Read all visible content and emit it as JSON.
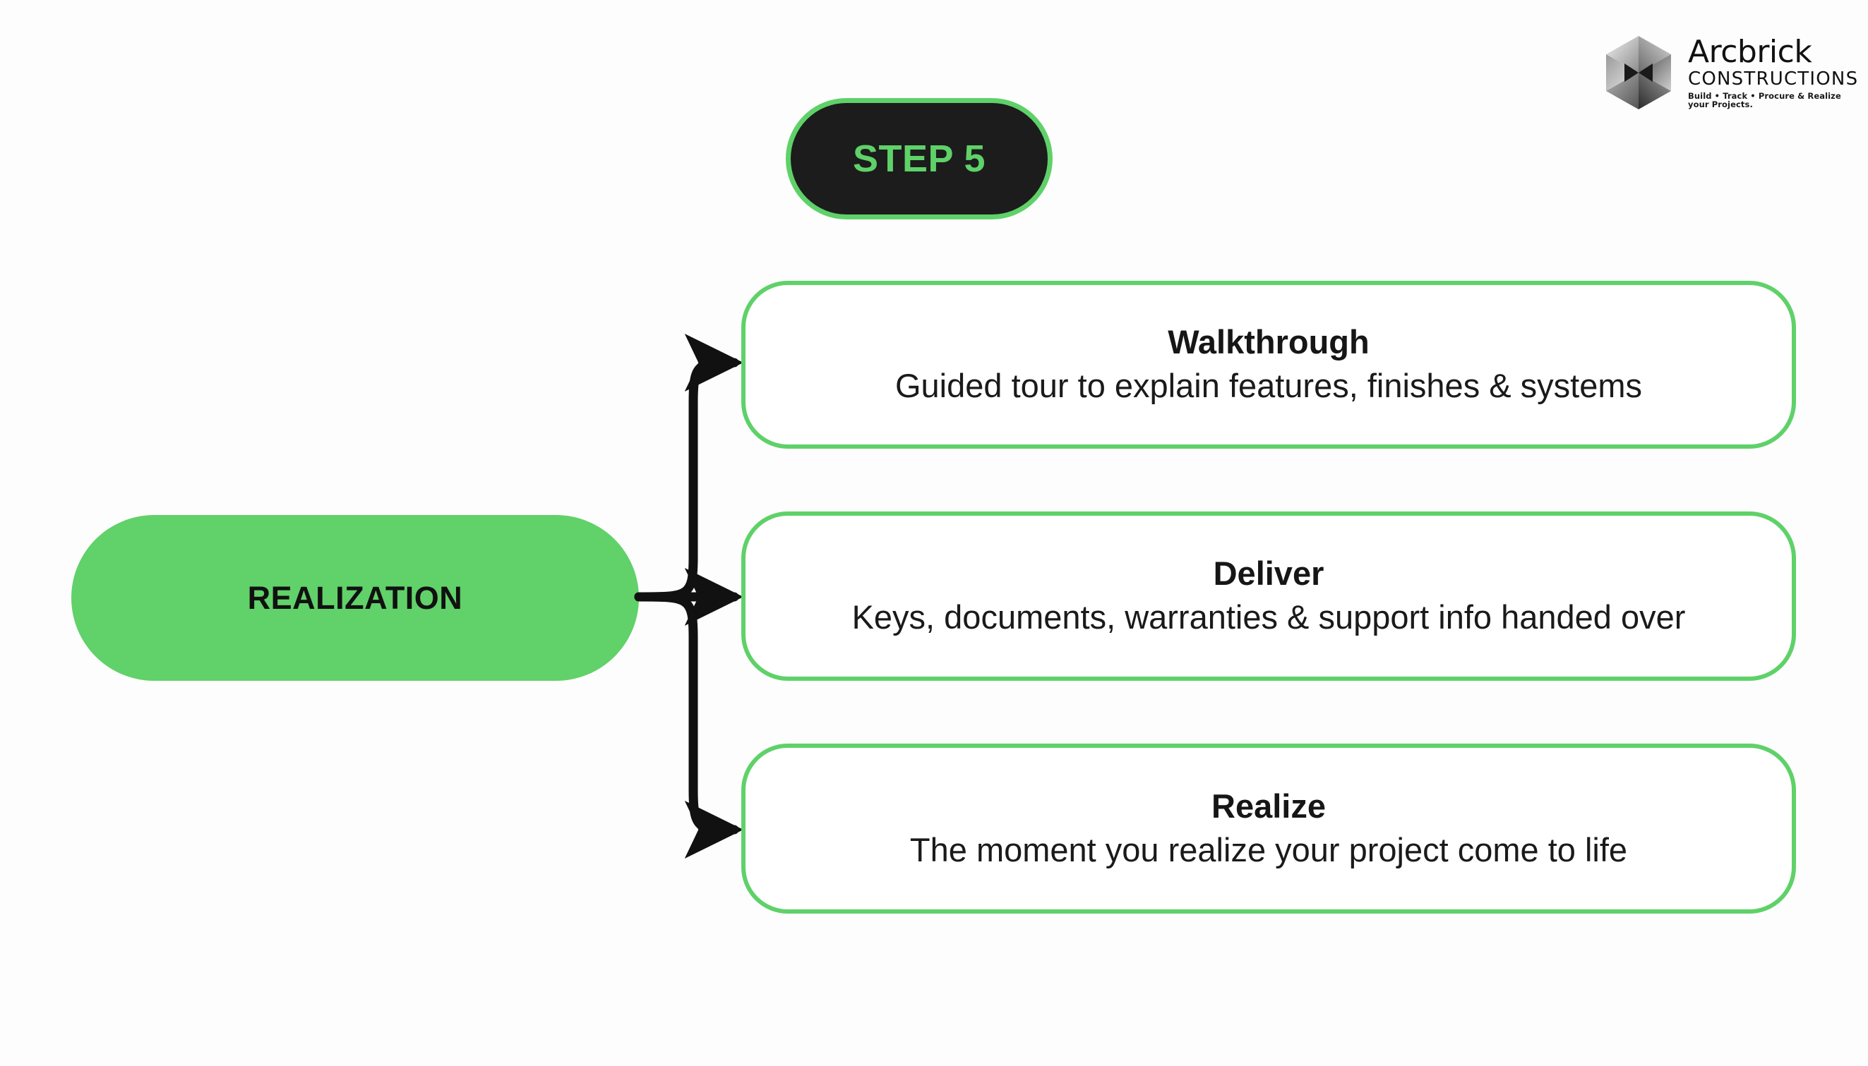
{
  "theme": {
    "background": "#fdfdfd",
    "accent_green": "#5FD169",
    "node_green": "#61D169",
    "badge_dark": "#1c1c1c",
    "text_dark": "#161616",
    "connector": "#111111"
  },
  "brand": {
    "name": "Arcbrick",
    "subtitle": "CONSTRUCTIONS",
    "tagline": "Build • Track • Procure & Realize your Projects.",
    "mark": "hexagon-cube-logo"
  },
  "step_badge": {
    "label": "STEP 5"
  },
  "root_node": {
    "label": "REALIZATION"
  },
  "cards": [
    {
      "title": "Walkthrough",
      "description": "Guided tour to explain features, finishes & systems"
    },
    {
      "title": "Deliver",
      "description": "Keys, documents, warranties & support info handed over"
    },
    {
      "title": "Realize",
      "description": "The moment you realize your project come to life"
    }
  ],
  "connectors": [
    {
      "name": "arrow-to-walkthrough"
    },
    {
      "name": "arrow-to-deliver"
    },
    {
      "name": "arrow-to-realize"
    }
  ]
}
